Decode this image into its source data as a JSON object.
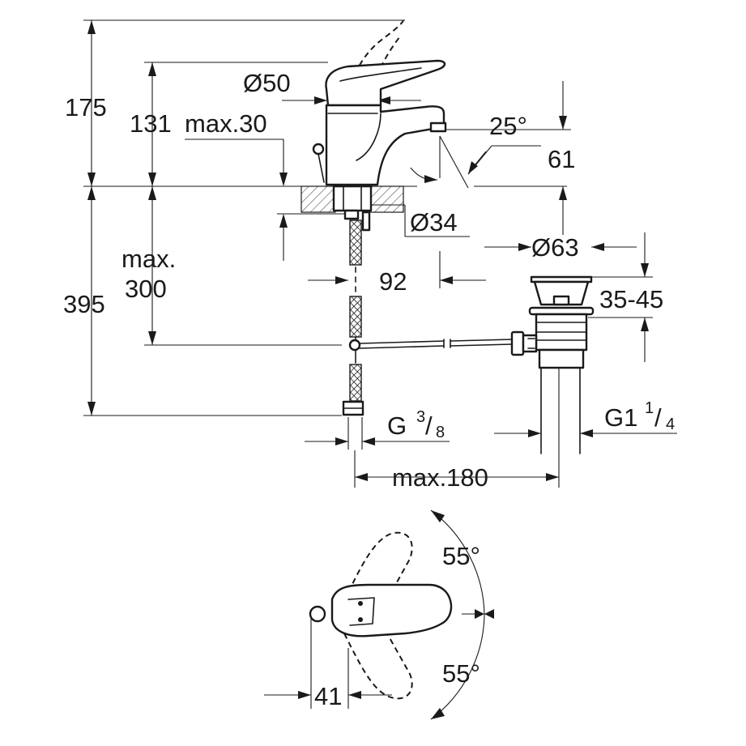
{
  "dimensions": {
    "total_height": "175",
    "spout_height": "131",
    "max_deck_thickness": "max.30",
    "lever_diameter": "Ø50",
    "spout_angle": "25°",
    "spout_outlet_height": "61",
    "mounting_hole": "Ø34",
    "spout_reach": "92",
    "max_below_line1": "max.",
    "max_below_line2": "300",
    "below_deck": "395",
    "waste_diameter": "Ø63",
    "waste_range": "35-45",
    "supply_thread_main": "G",
    "supply_thread_num": "3",
    "supply_thread_den": "8",
    "waste_thread_main": "G1",
    "waste_thread_num": "1",
    "waste_thread_den": "4",
    "max_distance": "max.180",
    "rotation_upper": "55°",
    "rotation_lower": "55°",
    "lever_offset": "41"
  }
}
